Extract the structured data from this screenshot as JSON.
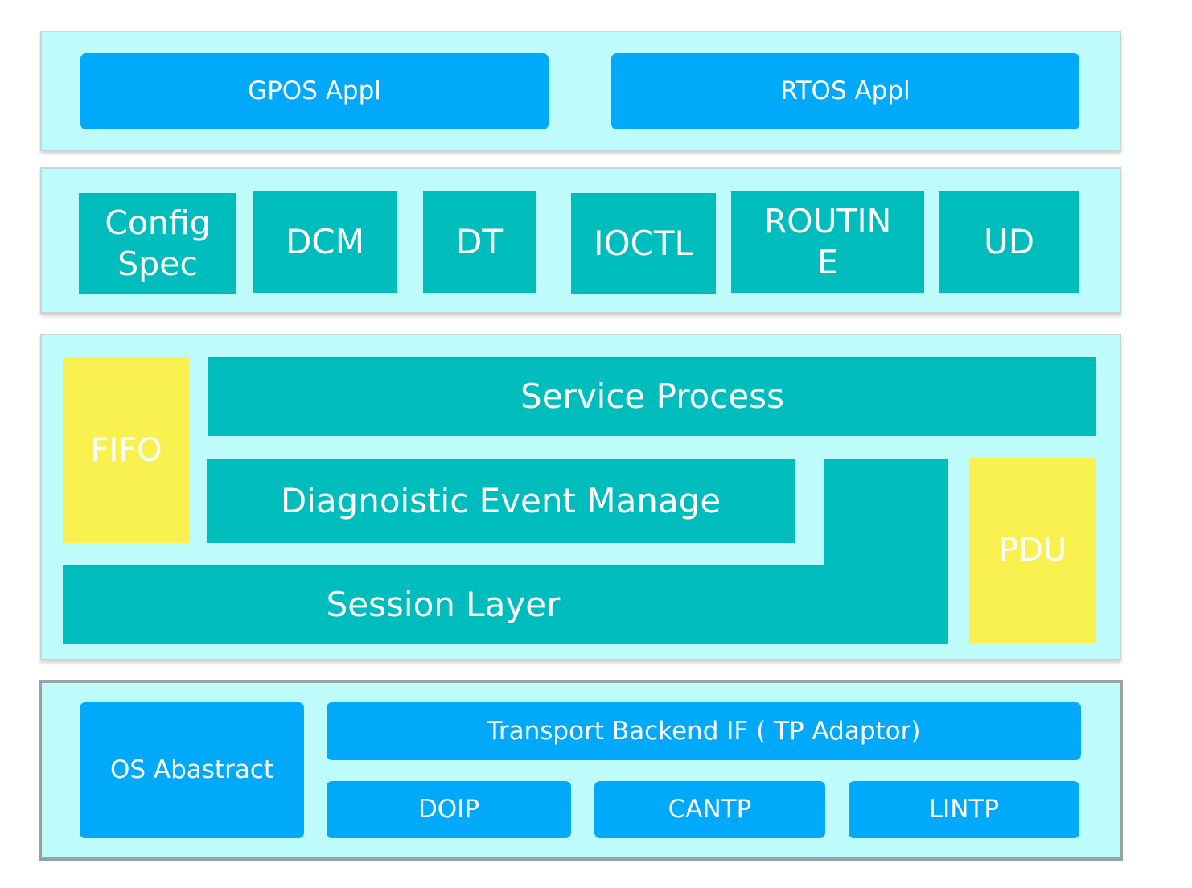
{
  "application_layer": {
    "gpos": "GPOS Appl",
    "rtos": "RTOS Appl"
  },
  "service_layer": {
    "items": [
      "Config Spec",
      "DCM",
      "DT",
      "IOCTL",
      "ROUTIN E",
      "UD"
    ]
  },
  "core_layer": {
    "fifo": "FIFO",
    "service_process": "Service Process",
    "event_manage": "Diagnoistic Event Manage",
    "session_layer": "Session Layer",
    "pdu": "PDU"
  },
  "transport_layer": {
    "os_abstract": "OS Abastract",
    "backend_if": "Transport Backend IF ( TP Adaptor)",
    "protocols": [
      "DOIP",
      "CANTP",
      "LINTP"
    ]
  },
  "colors": {
    "layer_bg": "#bdfcfb",
    "blue": "#00a9fa",
    "teal": "#00bdbd",
    "yellow": "#f8f150"
  }
}
